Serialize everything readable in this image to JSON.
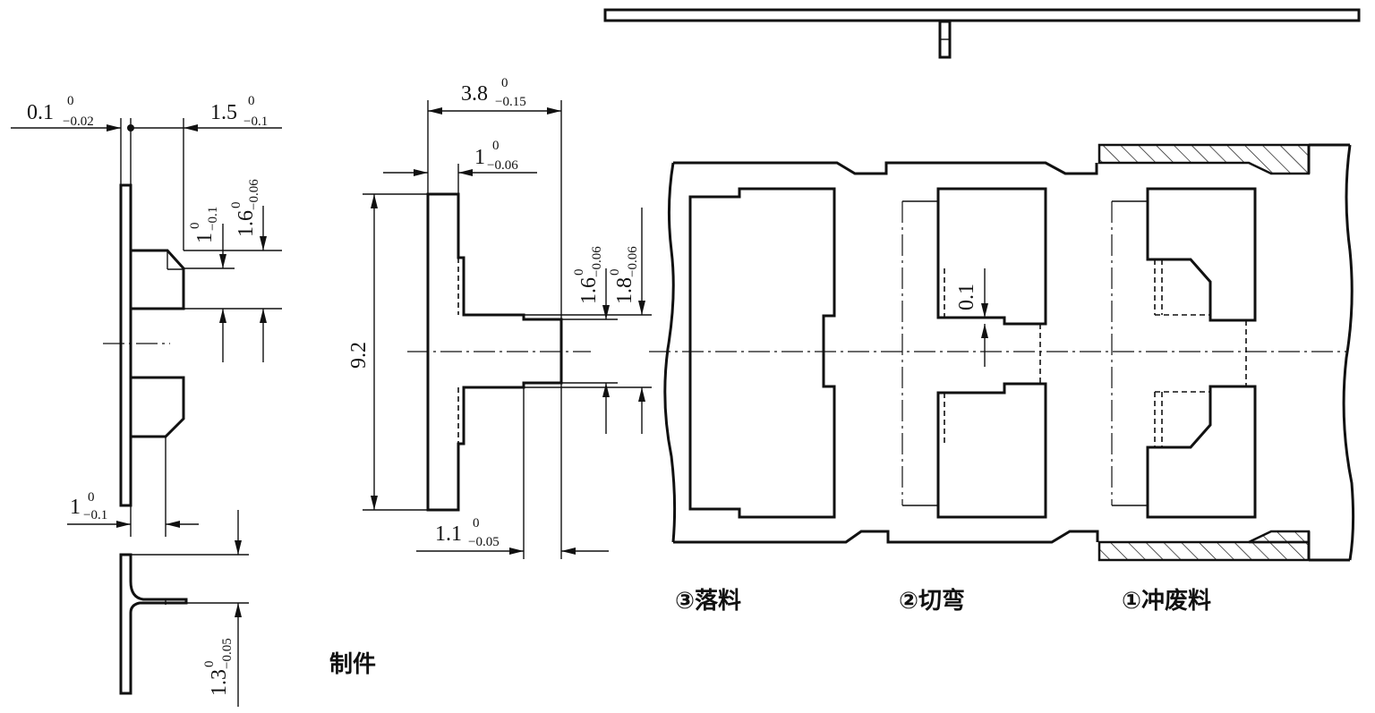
{
  "part_label": "制件",
  "stations": [
    {
      "label": "③落料"
    },
    {
      "label": "②切弯"
    },
    {
      "label": "①冲废料"
    }
  ],
  "dimensions": {
    "d_0_1": {
      "base": "0.1",
      "upper": "0",
      "lower": "−0.02"
    },
    "d_1_5": {
      "base": "1.5",
      "upper": "0",
      "lower": "−0.1"
    },
    "d_1_a": {
      "base": "1",
      "upper": "0",
      "lower": "−0.1"
    },
    "d_1_6a": {
      "base": "1.6",
      "upper": "0",
      "lower": "−0.06"
    },
    "d_1_b": {
      "base": "1",
      "upper": "0",
      "lower": "−0.1"
    },
    "d_1_3": {
      "base": "1.3",
      "upper": "0",
      "lower": "−0.05"
    },
    "d_3_8": {
      "base": "3.8",
      "upper": "0",
      "lower": "−0.15"
    },
    "d_1_c": {
      "base": "1",
      "upper": "0",
      "lower": "−0.06"
    },
    "d_9_2": {
      "base": "9.2"
    },
    "d_1_1": {
      "base": "1.1",
      "upper": "0",
      "lower": "−0.05"
    },
    "d_1_6b": {
      "base": "1.6",
      "upper": "0",
      "lower": "−0.06"
    },
    "d_1_8": {
      "base": "1.8",
      "upper": "0",
      "lower": "−0.06"
    },
    "d_0_1b": {
      "base": "0.1"
    }
  }
}
